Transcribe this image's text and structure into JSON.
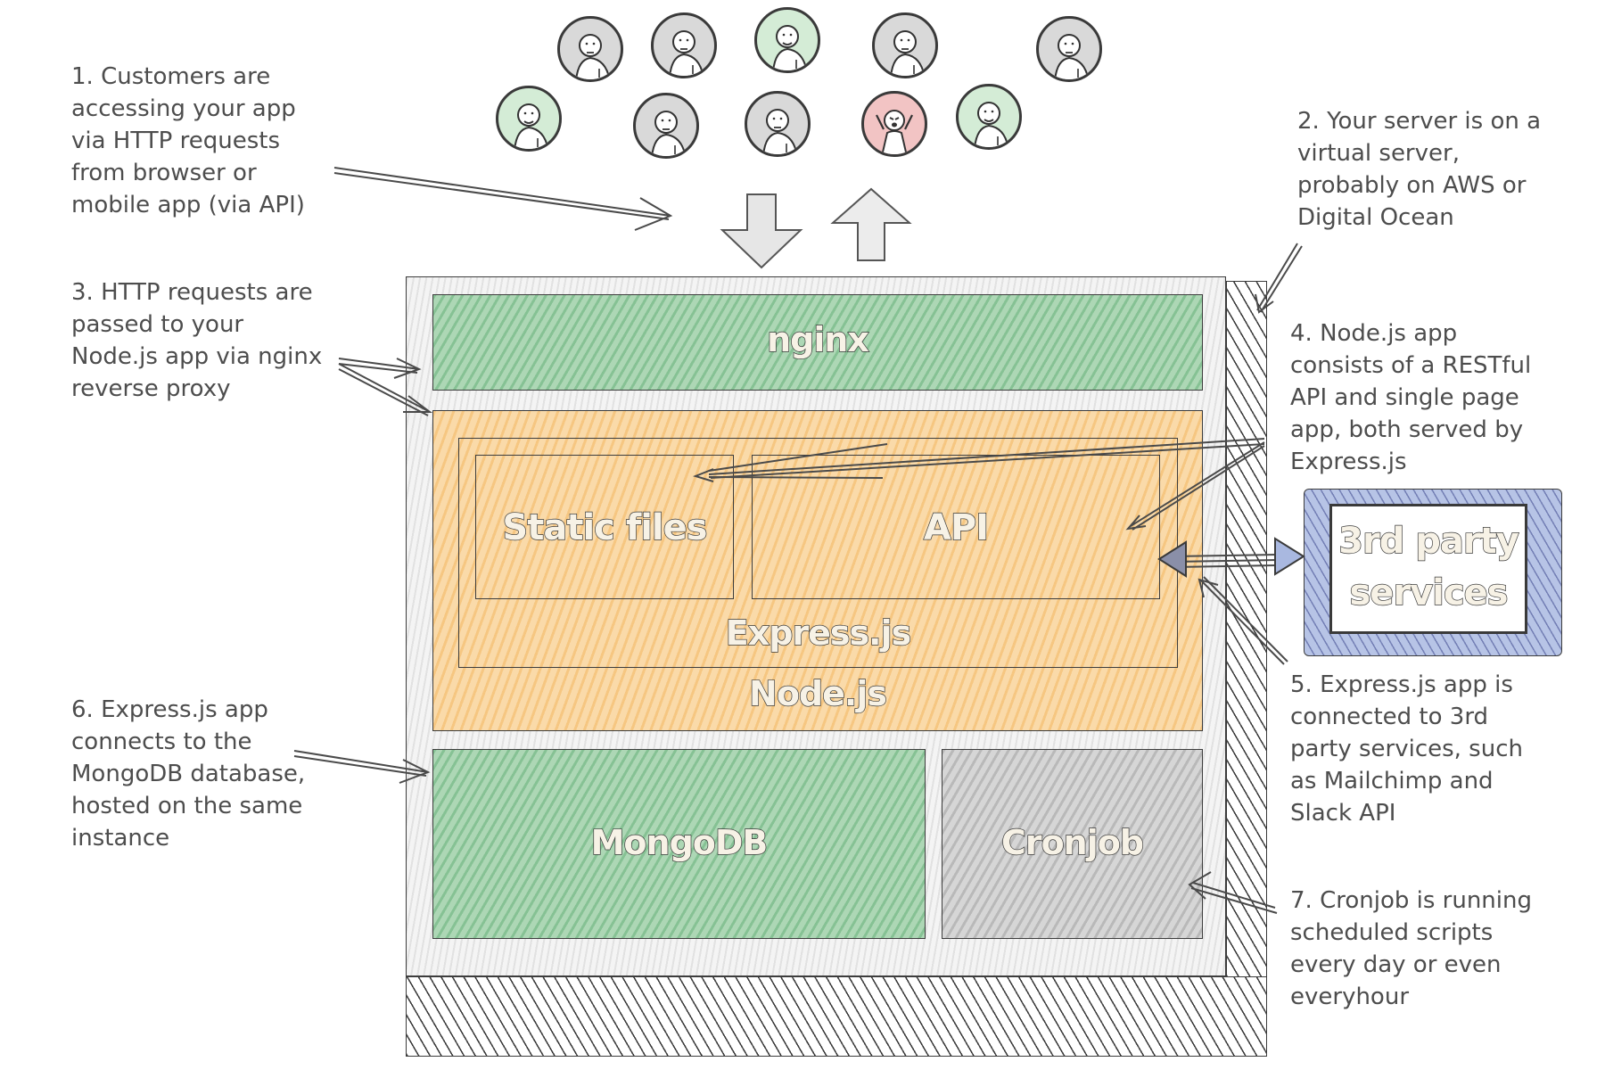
{
  "notes": [
    "1. Customers are\naccessing your app\nvia HTTP requests\nfrom browser or\nmobile app (via API)",
    "2. Your server is on a\nvirtual server,\nprobably on AWS or\nDigital Ocean",
    "3. HTTP requests are\npassed to your\nNode.js app via nginx\nreverse proxy",
    "4. Node.js app\nconsists of a RESTful\nAPI and single page\napp, both served by\nExpress.js",
    "5. Express.js app is\nconnected to 3rd\nparty services, such\nas Mailchimp and\nSlack API",
    "6. Express.js app\nconnects to the\nMongoDB database,\nhosted on the same\ninstance",
    "7. Cronjob is running\nscheduled scripts\nevery day or even\neveryhour"
  ],
  "components": {
    "nginx": "nginx",
    "static_files": "Static files",
    "api": "API",
    "express": "Express.js",
    "node": "Node.js",
    "mongodb": "MongoDB",
    "cronjob": "Cronjob",
    "third_party": "3rd party\nservices"
  },
  "customers": [
    {
      "mood": "neutral",
      "color": "#d9d9d9"
    },
    {
      "mood": "neutral",
      "color": "#d9d9d9"
    },
    {
      "mood": "happy",
      "color": "#d4ecd6"
    },
    {
      "mood": "neutral",
      "color": "#d9d9d9"
    },
    {
      "mood": "neutral",
      "color": "#d9d9d9"
    },
    {
      "mood": "happy",
      "color": "#d4ecd6"
    },
    {
      "mood": "neutral",
      "color": "#d9d9d9"
    },
    {
      "mood": "neutral",
      "color": "#d9d9d9"
    },
    {
      "mood": "angry",
      "color": "#f2c4c4"
    },
    {
      "mood": "happy",
      "color": "#d4ecd6"
    }
  ],
  "colors": {
    "green": "#9fd0a8",
    "orange": "#f8d39b",
    "grey": "#cfcfcf",
    "blue": "#b7c4e6",
    "ink": "#3a3a3a"
  }
}
